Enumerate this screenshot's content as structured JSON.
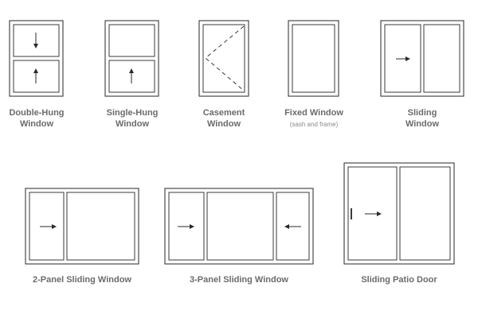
{
  "colors": {
    "line": "#3a3a3a",
    "text": "#6b6b6b",
    "subtext": "#8a8a8a",
    "background": "#ffffff"
  },
  "windows": [
    {
      "id": "double-hung",
      "label_lines": [
        "Double-Hung",
        "Window"
      ],
      "note": "",
      "arrows": [
        "down-arrow-icon",
        "up-arrow-icon"
      ]
    },
    {
      "id": "single-hung",
      "label_lines": [
        "Single-Hung",
        "Window"
      ],
      "note": "",
      "arrows": [
        "up-arrow-icon"
      ]
    },
    {
      "id": "casement",
      "label_lines": [
        "Casement",
        "Window"
      ],
      "note": "",
      "arrows": []
    },
    {
      "id": "fixed",
      "label_lines": [
        "Fixed Window"
      ],
      "note": "(sash and frame)",
      "arrows": []
    },
    {
      "id": "sliding",
      "label_lines": [
        "Sliding",
        "Window"
      ],
      "note": "",
      "arrows": [
        "right-arrow-icon"
      ]
    },
    {
      "id": "two-panel-sliding",
      "label_lines": [
        "2-Panel Sliding Window"
      ],
      "note": "",
      "arrows": [
        "right-arrow-icon"
      ]
    },
    {
      "id": "three-panel-sliding",
      "label_lines": [
        "3-Panel Sliding Window"
      ],
      "note": "",
      "arrows": [
        "right-arrow-icon",
        "left-arrow-icon"
      ]
    },
    {
      "id": "sliding-patio-door",
      "label_lines": [
        "Sliding Patio Door"
      ],
      "note": "",
      "arrows": [
        "right-arrow-icon"
      ]
    }
  ]
}
